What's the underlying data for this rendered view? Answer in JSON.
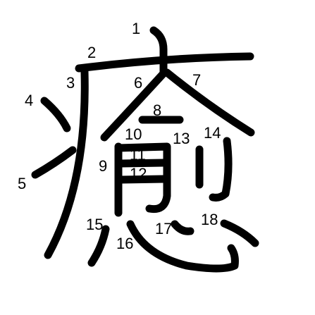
{
  "colors": {
    "stroke": "#000000",
    "background": "#ffffff",
    "label": "#000000"
  },
  "stroke_order_labels": [
    "1",
    "2",
    "3",
    "4",
    "5",
    "6",
    "7",
    "8",
    "9",
    "10",
    "11",
    "12",
    "13",
    "14",
    "15",
    "16",
    "17",
    "18"
  ]
}
